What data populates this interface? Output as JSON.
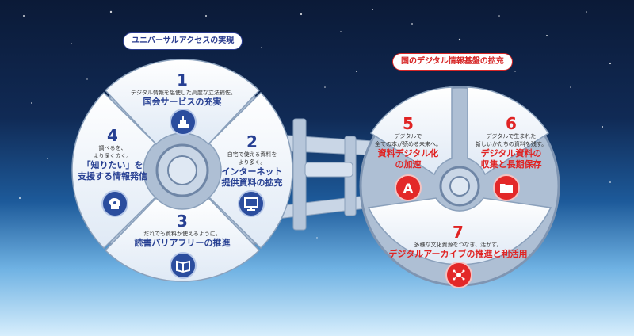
{
  "labels": {
    "left_group": "ユニバーサルアクセスの実現",
    "right_group": "国のデジタル情報基盤の拡充"
  },
  "segments": [
    {
      "num": "1",
      "small": "デジタル情報を駆使した高度な立法補佐。",
      "title": "国会サービスの充実",
      "icon": "parliament-icon"
    },
    {
      "num": "2",
      "small": "自宅で使える資料を\nより多く。",
      "title": "インターネット\n提供資料の拡充",
      "icon": "monitor-icon"
    },
    {
      "num": "3",
      "small": "だれでも資料が使えるように。",
      "title": "読書バリアフリーの推進",
      "icon": "book-icon"
    },
    {
      "num": "4",
      "small": "調べるを、\nより深く広く。",
      "title": "「知りたい」を\n支援する情報発信",
      "icon": "head-gear-icon"
    },
    {
      "num": "5",
      "small": "デジタルで\n全ての本が読める未来へ。",
      "title": "資料デジタル化\nの加速",
      "icon": "letter-a-icon"
    },
    {
      "num": "6",
      "small": "デジタルで生まれた\n新しいかたちの資料を残す。",
      "title": "デジタル資料の\n収集と長期保存",
      "icon": "folder-icon"
    },
    {
      "num": "7",
      "small": "多様な文化資源をつなぎ、活かす。",
      "title": "デジタルアーカイブの推進と利活用",
      "icon": "network-icon"
    }
  ],
  "colors": {
    "left_accent": "#263f92",
    "right_accent": "#e02323"
  }
}
